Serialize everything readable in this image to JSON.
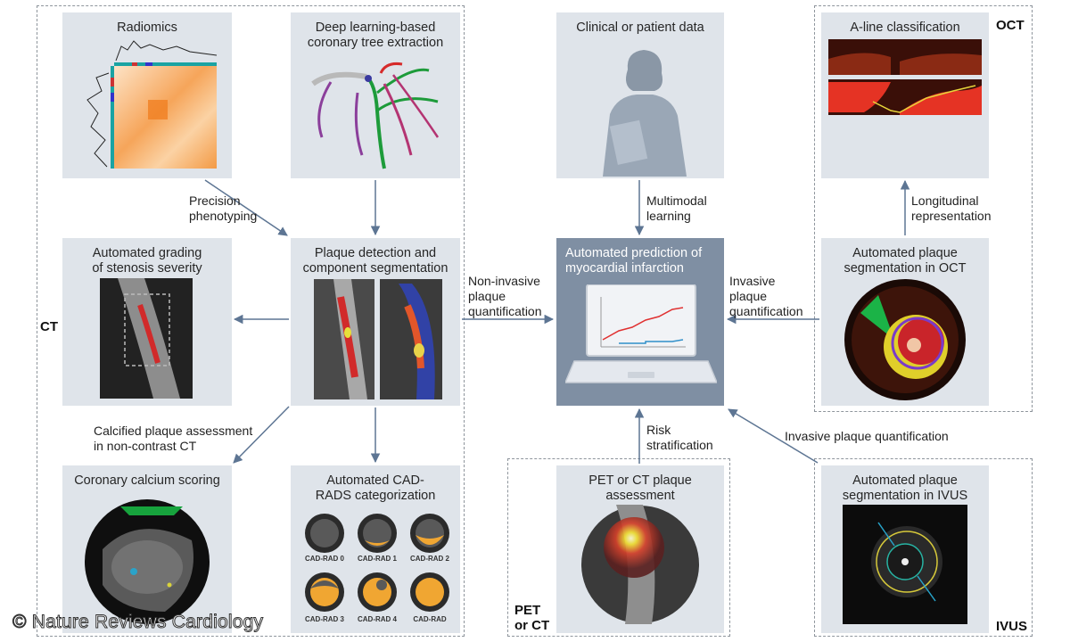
{
  "panels": {
    "radiomics": "Radiomics",
    "coronary_tree": "Deep learning-based\ncoronary tree extraction",
    "clinical_data": "Clinical or patient data",
    "a_line": "A-line classification",
    "stenosis": "Automated grading\nof stenosis severity",
    "plaque_detection": "Plaque detection and\ncomponent segmentation",
    "prediction": "Automated prediction of\nmyocardial infarction",
    "oct_segmentation": "Automated plaque\nsegmentation in OCT",
    "calcium": "Coronary calcium scoring",
    "cad_rads": "Automated CAD-\nRADS categorization",
    "pet_ct": "PET or CT plaque\nassessment",
    "ivus_segmentation": "Automated plaque\nsegmentation in IVUS"
  },
  "arrow_labels": {
    "precision": "Precision\nphenotyping",
    "multimodal": "Multimodal\nlearning",
    "longitudinal": "Longitudinal\nrepresentation",
    "non_invasive": "Non-invasive\nplaque\nquantification",
    "invasive": "Invasive\nplaque\nquantification",
    "calcified": "Calcified plaque assessment\nin non-contrast CT",
    "risk": "Risk\nstratification",
    "invasive_ivus": "Invasive plaque quantification"
  },
  "regions": {
    "ct": "CT",
    "oct": "OCT",
    "pet_ct": "PET\nor CT",
    "ivus": "IVUS"
  },
  "cad_rads_labels": [
    "CAD-RAD 0",
    "CAD-RAD 1",
    "CAD-RAD 2",
    "CAD-RAD 3",
    "CAD-RAD 4",
    "CAD-RAD"
  ],
  "copyright": "© Nature Reviews Cardiology",
  "colors": {
    "panel_bg": "#dfe4ea",
    "panel_dark": "#7f8fa3",
    "arrow": "#5d7593",
    "dash": "#8e959c"
  }
}
